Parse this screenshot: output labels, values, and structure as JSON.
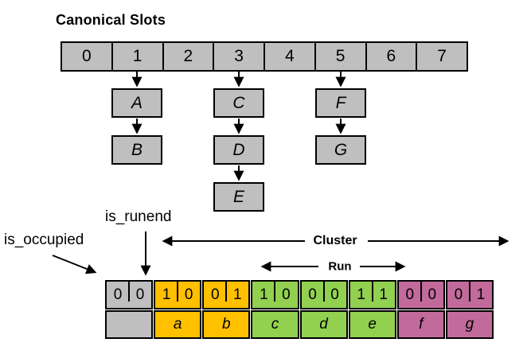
{
  "title": "Canonical Slots",
  "colors": {
    "gray": "#BFBFBF",
    "orange": "#FFC000",
    "green": "#92D050",
    "pink": "#C26A9B",
    "line": "#000000"
  },
  "canonical_slots": {
    "labels": [
      "0",
      "1",
      "2",
      "3",
      "4",
      "5",
      "6",
      "7"
    ]
  },
  "chains": [
    {
      "slot_index": 1,
      "items": [
        "A",
        "B"
      ]
    },
    {
      "slot_index": 3,
      "items": [
        "C",
        "D",
        "E"
      ]
    },
    {
      "slot_index": 5,
      "items": [
        "F",
        "G"
      ]
    }
  ],
  "annotations": {
    "is_runend": "is_runend",
    "is_occupied": "is_occupied",
    "cluster": "Cluster",
    "run": "Run"
  },
  "bit_array": {
    "bit_fields": [
      "is_occupied",
      "is_runend"
    ],
    "slots": [
      {
        "color": "gray",
        "is_occupied": "0",
        "is_runend": "0",
        "label": ""
      },
      {
        "color": "orange",
        "is_occupied": "1",
        "is_runend": "0",
        "label": "a"
      },
      {
        "color": "orange",
        "is_occupied": "0",
        "is_runend": "1",
        "label": "b"
      },
      {
        "color": "green",
        "is_occupied": "1",
        "is_runend": "0",
        "label": "c"
      },
      {
        "color": "green",
        "is_occupied": "0",
        "is_runend": "0",
        "label": "d"
      },
      {
        "color": "green",
        "is_occupied": "1",
        "is_runend": "1",
        "label": "e"
      },
      {
        "color": "pink",
        "is_occupied": "0",
        "is_runend": "0",
        "label": "f"
      },
      {
        "color": "pink",
        "is_occupied": "0",
        "is_runend": "1",
        "label": "g"
      }
    ]
  }
}
